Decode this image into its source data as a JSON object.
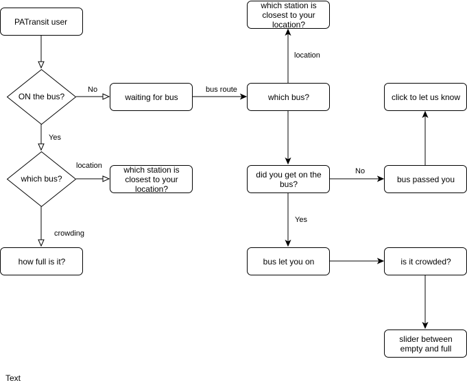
{
  "nodes": {
    "patransit_user": "PATransit user",
    "on_the_bus": "ON the bus?",
    "which_bus_left": "which bus?",
    "how_full": "how full is it?",
    "waiting_for_bus": "waiting for bus",
    "station_closest_left": "which station is closest to your location?",
    "station_closest_top": "which station is closest to your location?",
    "which_bus_center": "which bus?",
    "did_you_get_on": "did you get on the bus?",
    "bus_let_you_on": "bus let you on",
    "bus_passed_you": "bus passed you",
    "click_let_us_know": "click to let us know",
    "is_it_crowded": "is it crowded?",
    "slider_empty_full": "slider between empty and full",
    "stray_text": "Text"
  },
  "edge_labels": {
    "no_left": "No",
    "yes_left": "Yes",
    "location_left": "location",
    "crowding": "crowding",
    "bus_route": "bus route",
    "location_top": "location",
    "no_right": "No",
    "yes_right": "Yes"
  },
  "colors": {
    "stroke": "#000000",
    "fill": "#ffffff"
  }
}
